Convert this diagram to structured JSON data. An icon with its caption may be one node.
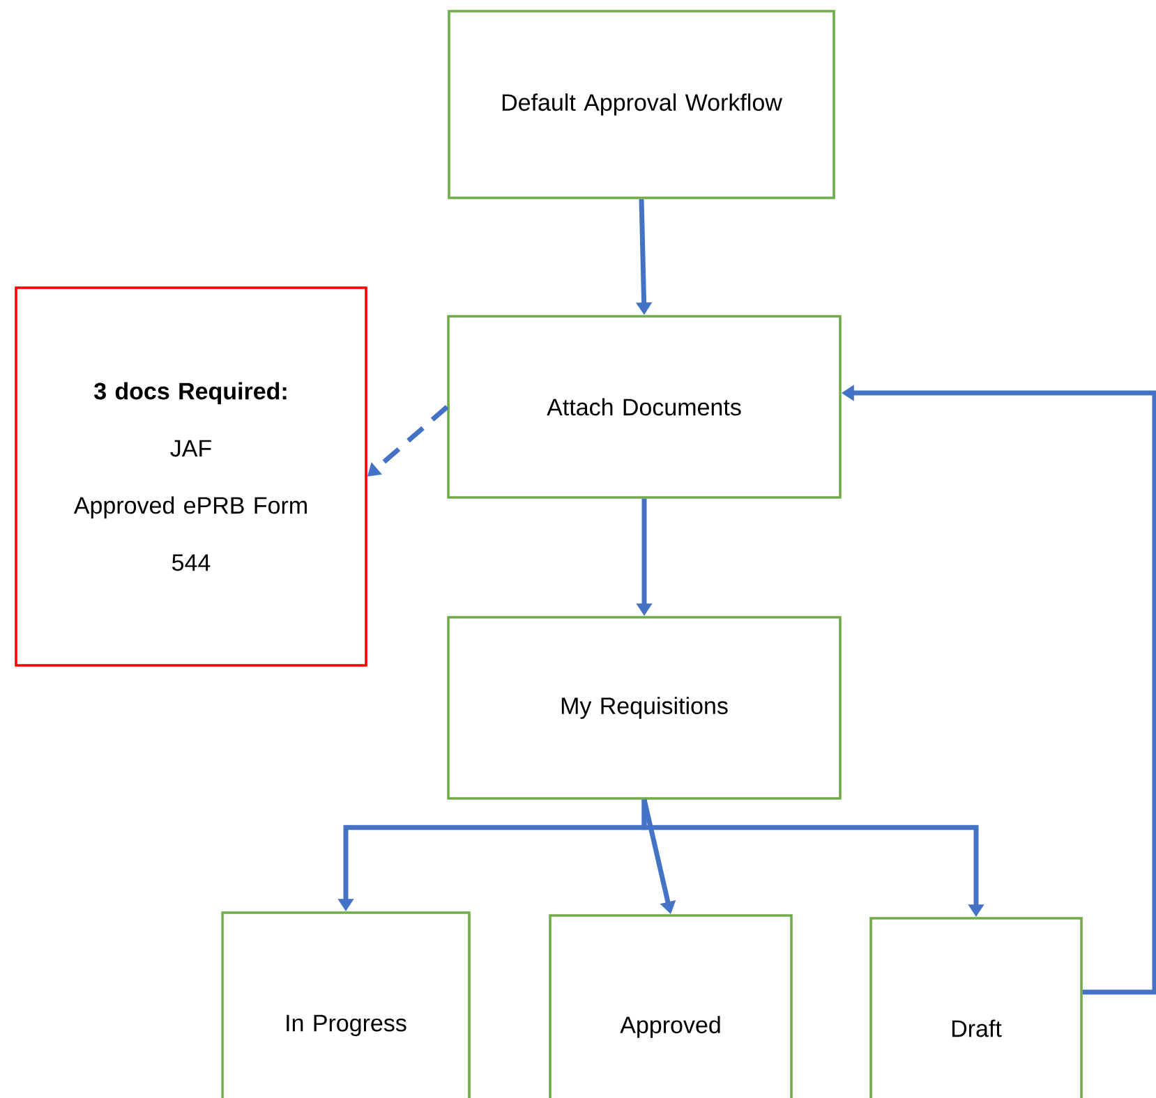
{
  "diagram": {
    "nodes": [
      {
        "text": [
          "Default Approval Workflow"
        ]
      },
      {
        "text": [
          "Attach Documents"
        ]
      },
      {
        "text": [
          "3 docs Required:",
          "JAF",
          "Approved ePRB Form",
          "544"
        ]
      },
      {
        "text": [
          "My Requisitions"
        ]
      },
      {
        "text": [
          "In Progress"
        ]
      },
      {
        "text": [
          "Approved"
        ]
      },
      {
        "text": [
          "Draft"
        ]
      }
    ],
    "edges": [
      {
        "from": 0,
        "to": 1,
        "arrow": "to"
      },
      {
        "from": 1,
        "to": 2,
        "arrow": "to",
        "style": "dashed"
      },
      {
        "from": 1,
        "to": 3,
        "arrow": "to"
      },
      {
        "from": 3,
        "to": 4,
        "arrow": "to"
      },
      {
        "from": 3,
        "to": 5,
        "arrow": "to"
      },
      {
        "from": 3,
        "to": 6,
        "arrow": "to"
      },
      {
        "from": 6,
        "to": 1,
        "arrow": "to"
      }
    ]
  }
}
